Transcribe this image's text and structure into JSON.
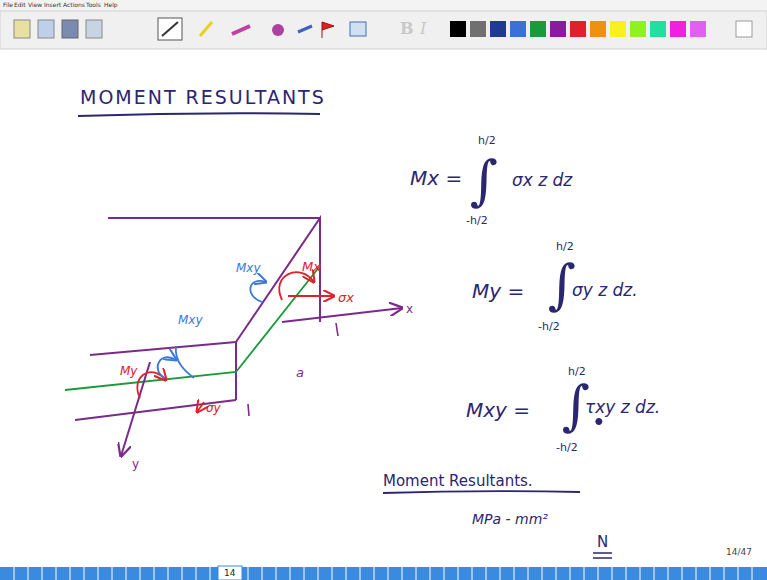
{
  "diagram": {
    "title": "MOMENT RESULTANTS",
    "labels": [
      "File",
      "Edit",
      "View",
      "Insert",
      "Actions",
      "Tools",
      "Help",
      "B",
      "I",
      "Mxy",
      "Mx",
      "σx",
      "x",
      "Mxy",
      "My",
      "a",
      "σy",
      "y",
      "Mx =",
      "h/2",
      "∫",
      "σx z dz",
      "-h/2",
      "My =",
      "h/2",
      "∫",
      "σy z dz.",
      "-h/2",
      "Mxy =",
      "h/2",
      "∫.",
      "τxy z dz.",
      "-h/2",
      "Moment Resultants.",
      "MPa - mm²",
      "N",
      "14/47",
      "14"
    ]
  }
}
